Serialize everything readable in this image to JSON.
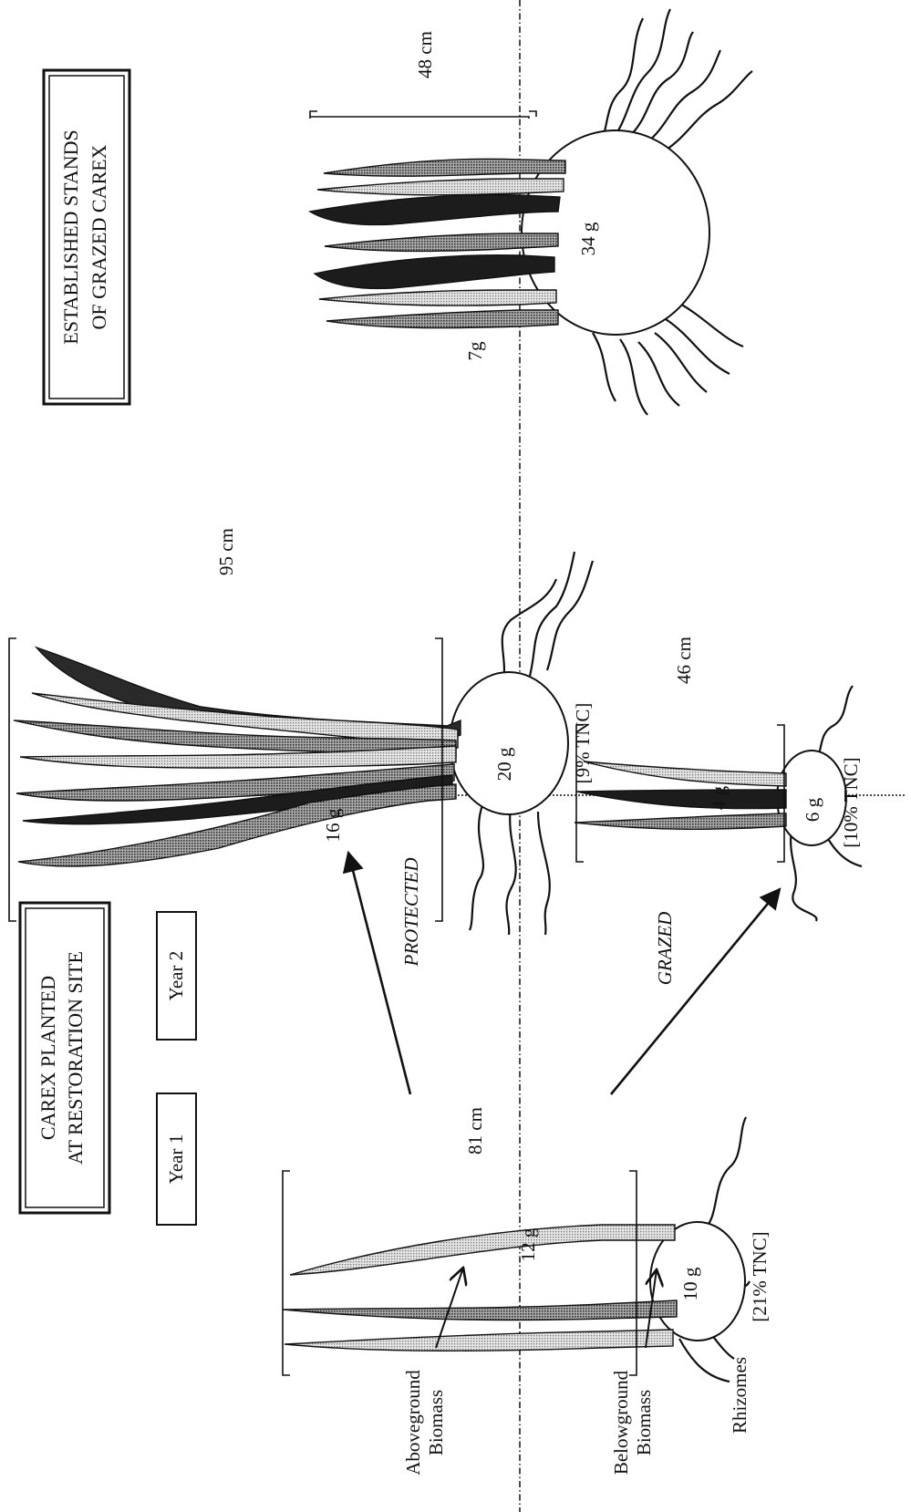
{
  "colors": {
    "ink": "#111111",
    "leaf_light": "#c9c9c9",
    "leaf_mid": "#8f8f8f",
    "leaf_dark": "#1c1c1c",
    "background": "#ffffff"
  },
  "boxes": {
    "restoration_title_1": "CAREX PLANTED",
    "restoration_title_2": "AT RESTORATION SITE",
    "established_title_1": "ESTABLISHED STANDS",
    "established_title_2": "OF GRAZED CAREX",
    "year1": "Year 1",
    "year2": "Year 2"
  },
  "year1": {
    "height": "81 cm",
    "above": "12 g",
    "below": "10 g",
    "tnc": "[21% TNC]"
  },
  "protected": {
    "treatment": "PROTECTED",
    "height": "95 cm",
    "above": "16 g",
    "below": "20 g",
    "tnc": "[9% TNC]"
  },
  "grazed": {
    "treatment": "GRAZED",
    "height": "46 cm",
    "above": "4 g",
    "below": "6 g",
    "tnc": "[10% TNC]"
  },
  "established": {
    "height": "48 cm",
    "above": "7g",
    "below": "34 g"
  },
  "legend": {
    "above_1": "Aboveground",
    "above_2": "Biomass",
    "below_1": "Belowground",
    "below_2": "Biomass",
    "rhizomes": "Rhizomes"
  }
}
